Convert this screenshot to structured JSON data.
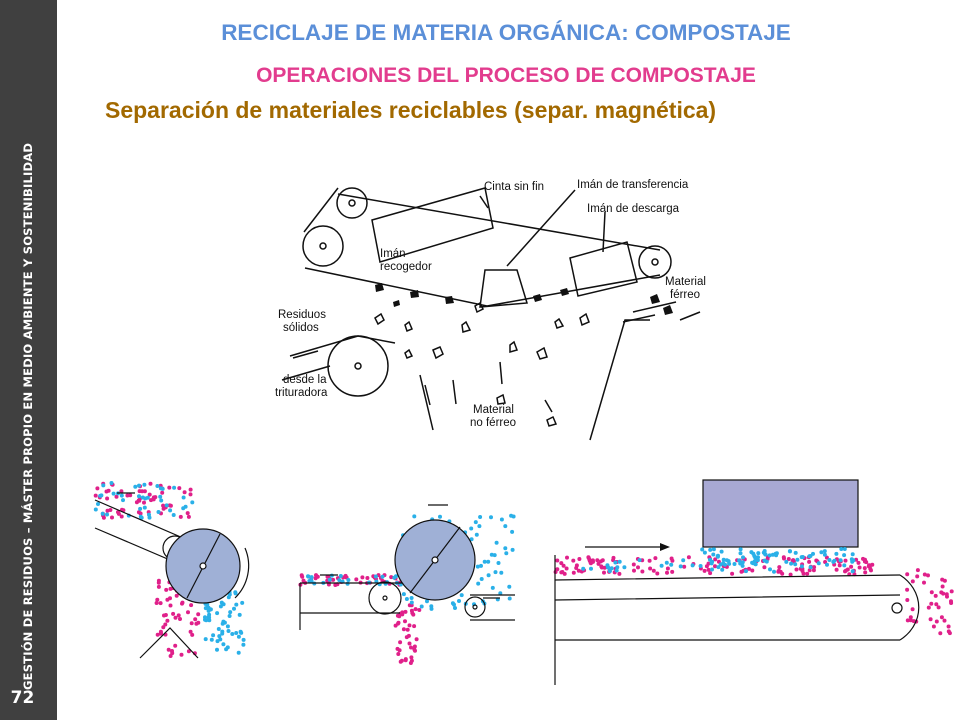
{
  "sidebar": {
    "vertical_text": "GESTIÓN DE RESIDUOS – MÁSTER PROPIO EN MEDIO AMBIENTE Y SOSTENIBILIDAD",
    "page_number": "72"
  },
  "header": {
    "title": "RECICLAJE DE MATERIA ORGÁNICA: COMPOSTAJE",
    "subtitle": "OPERACIONES DEL PROCESO DE COMPOSTAJE",
    "section": "Separación de materiales reciclables (separ. magnética)"
  },
  "diagram": {
    "labels": {
      "cinta": "Cinta sin fin",
      "iman_transferencia": "Imán de transferencia",
      "iman_descarga": "Imán de descarga",
      "iman_recogedor_1": "Imán",
      "iman_recogedor_2": "recogedor",
      "material_ferreo_1": "Material",
      "material_ferreo_2": "férreo",
      "residuos_1": "Residuos",
      "residuos_2": "sólidos",
      "desde_1": "desde la",
      "desde_2": "trituradora",
      "no_ferreo_1": "Material",
      "no_ferreo_2": "no férreo"
    }
  },
  "colors": {
    "sidebar": "#404040",
    "title": "#5b8fd8",
    "subtitle": "#e23c8e",
    "section": "#a26900",
    "magnet_fill": "#a8a9d4",
    "drum_fill": "#9fb0d6",
    "ferrous_dots": "#2ab0e8",
    "nonferrous_dots": "#e0208a"
  }
}
